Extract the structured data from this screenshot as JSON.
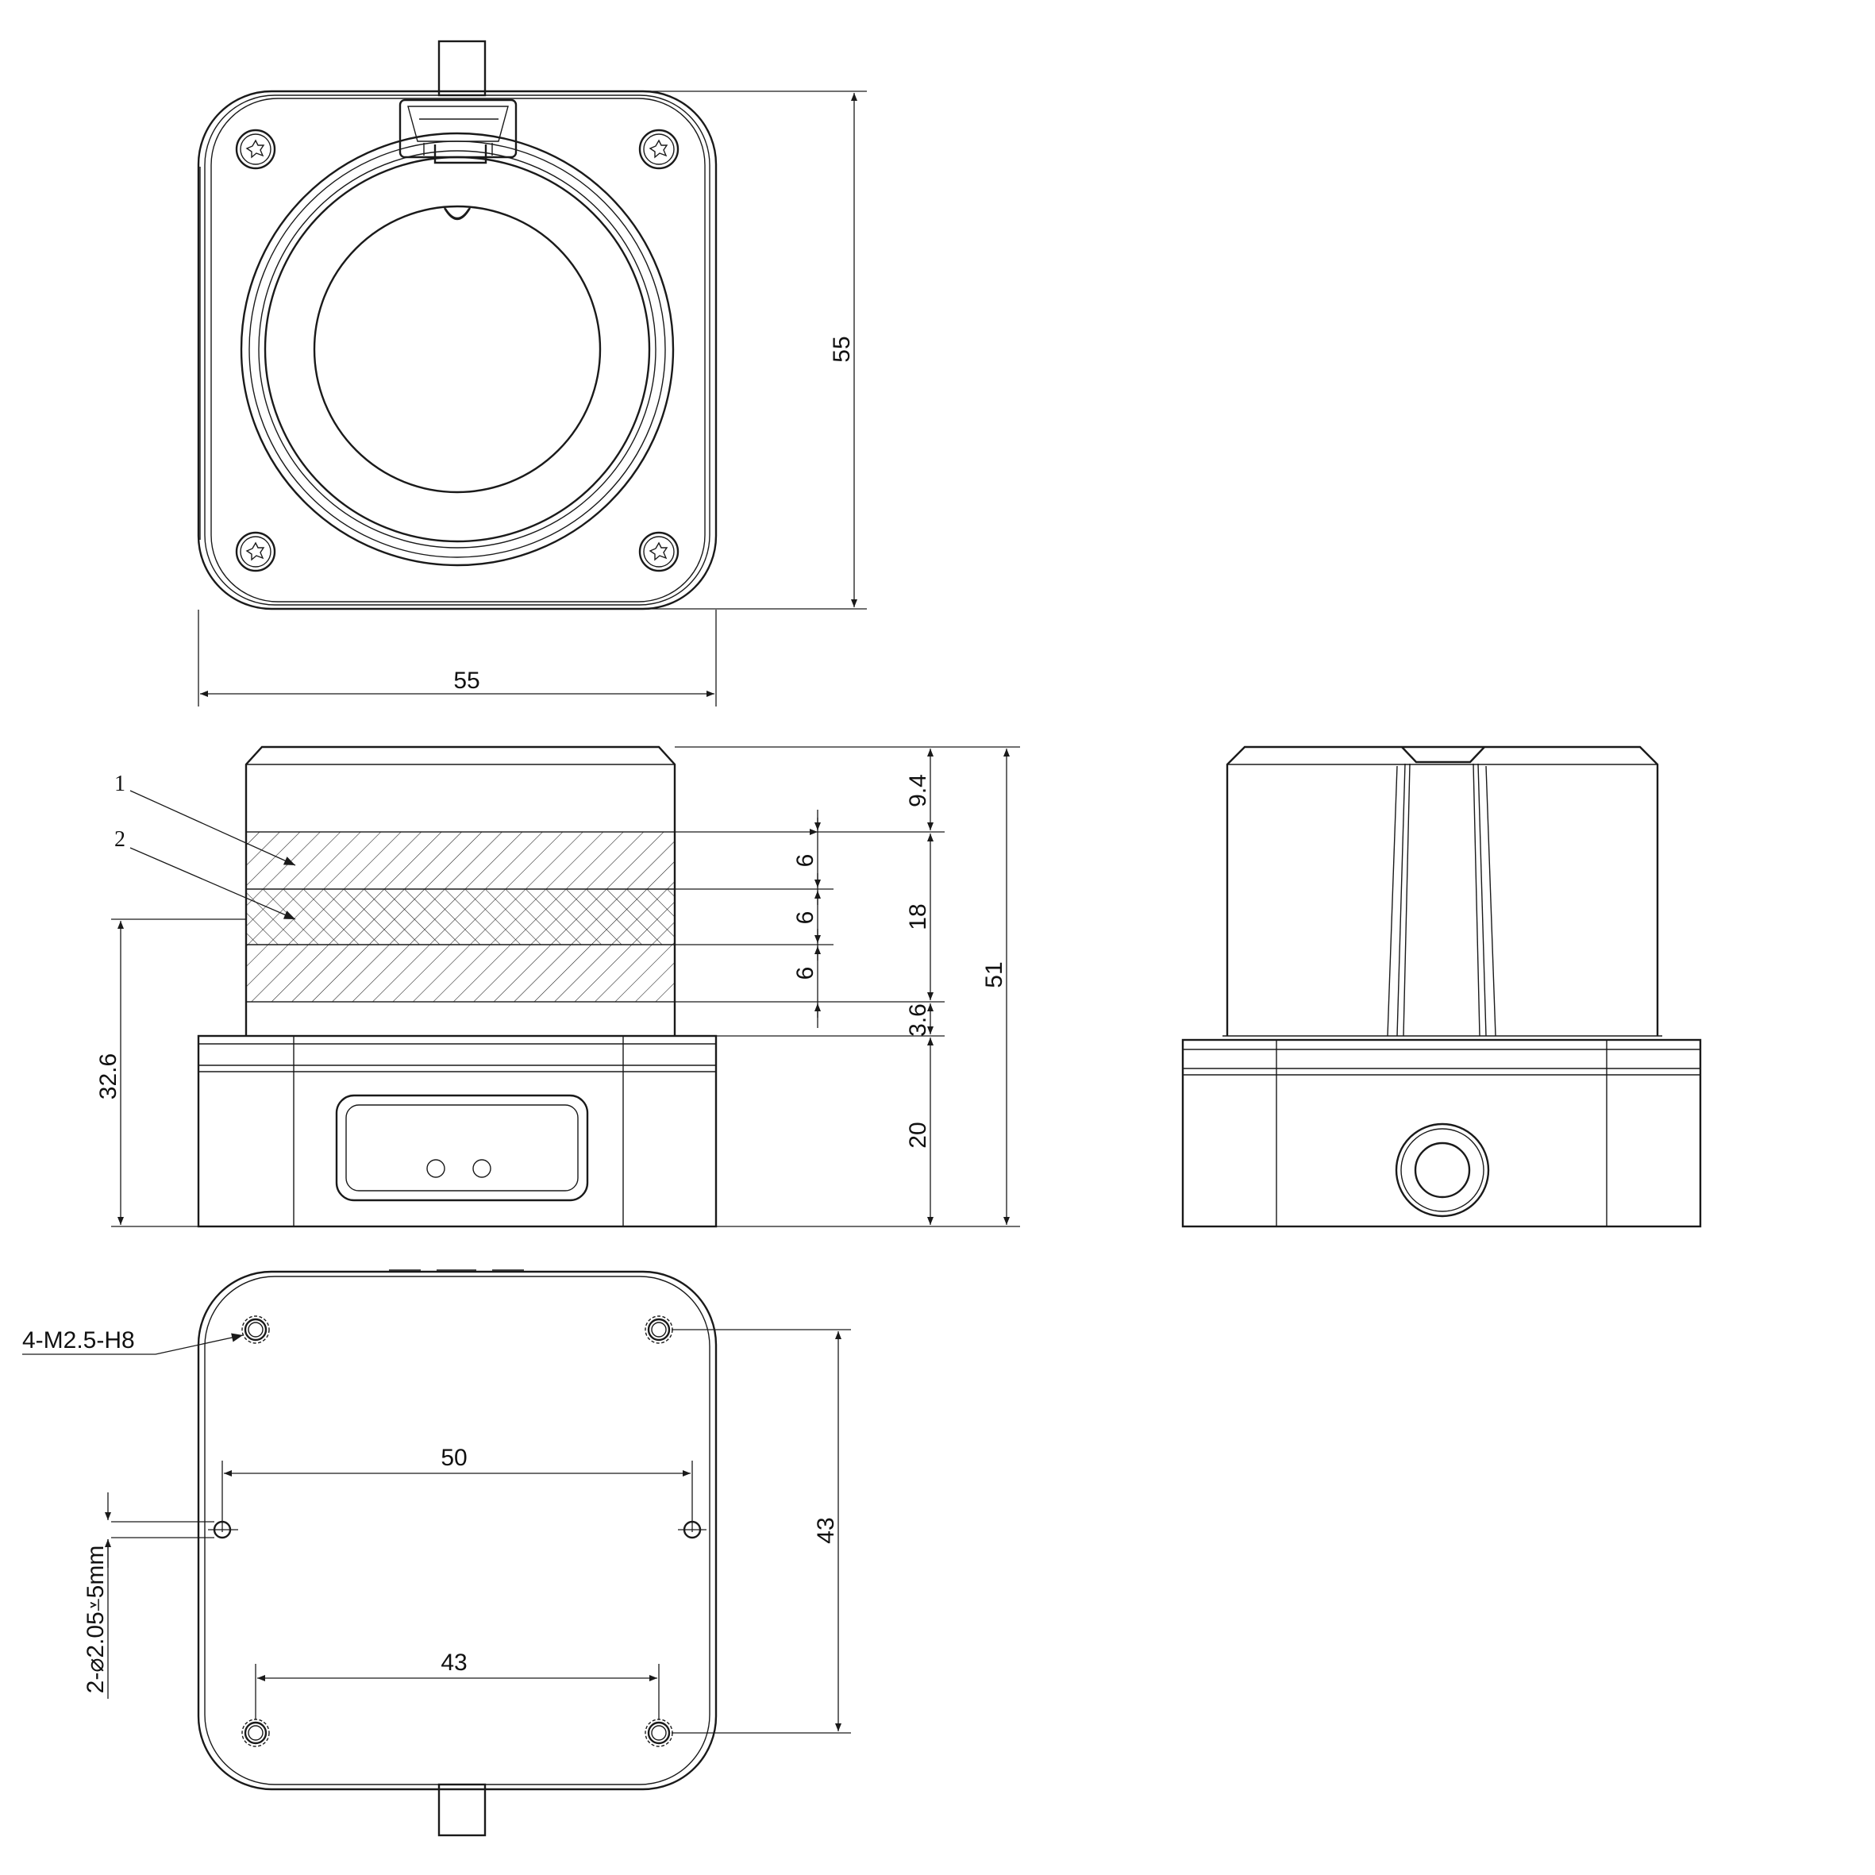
{
  "views": {
    "top": {
      "width_dim": "55",
      "height_dim": "55"
    },
    "front": {
      "callouts": [
        "1",
        "2"
      ],
      "dims": {
        "top_cap": "9.4",
        "band_1": "6",
        "band_2": "6",
        "band_3": "6",
        "band_total": "18",
        "base_gap": "3.6",
        "base": "20",
        "overall": "51",
        "band_center": "32.6"
      }
    },
    "bottom": {
      "thread_note": "4-M2.5-H8",
      "hole_note": "2-⌀2.05⩡5mm",
      "hole_spacing": "50",
      "thread_spacing_x": "43",
      "thread_spacing_y": "43"
    }
  },
  "colors": {
    "line": "#1a1a1a",
    "background": "#ffffff"
  }
}
